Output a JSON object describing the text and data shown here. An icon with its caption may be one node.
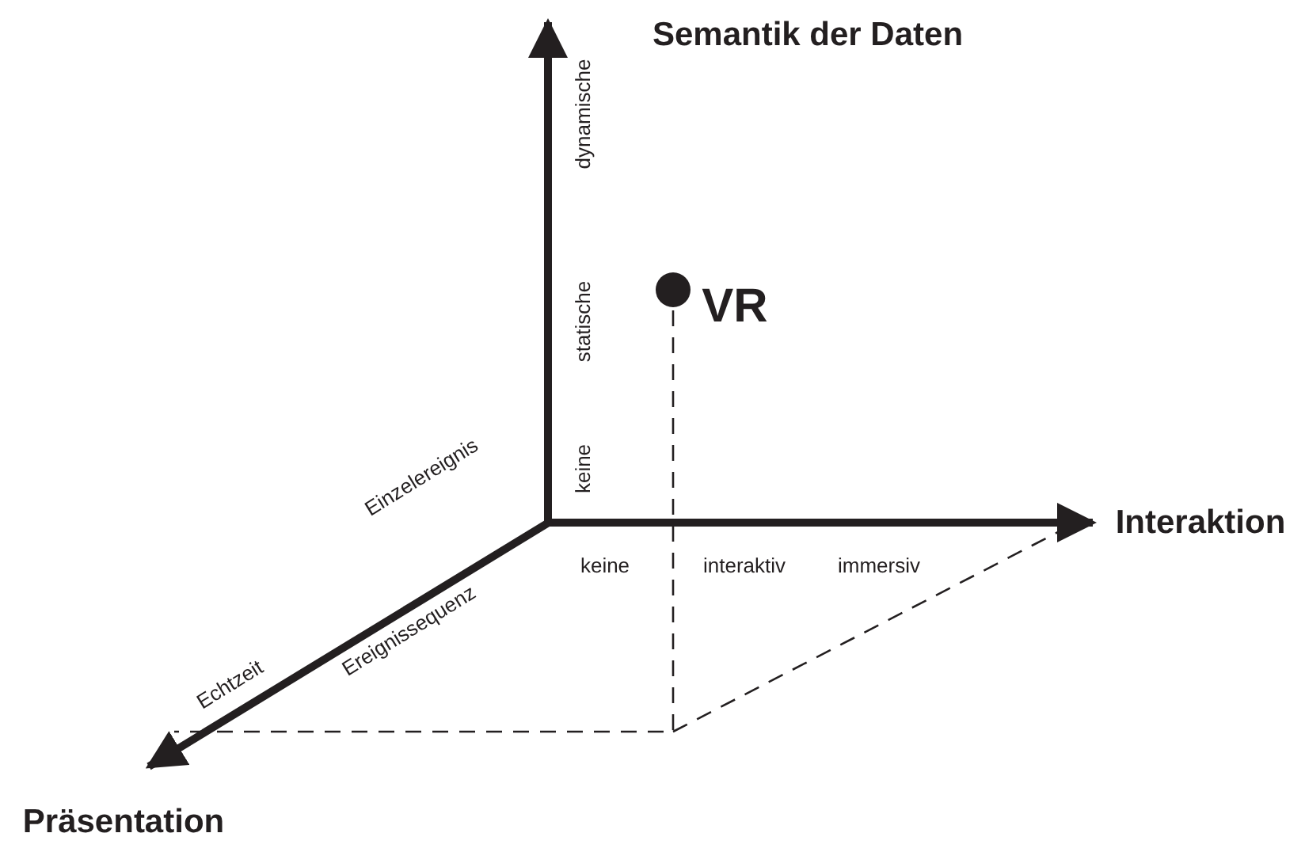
{
  "diagram": {
    "labels": [
      "Semantik der Daten",
      "dynamische",
      "statische",
      "VR",
      "keine",
      "Einzelereignis",
      "Interaktion",
      "keine",
      "interaktiv",
      "immersiv",
      "Ereignissequenz",
      "Echtzeit",
      "Präsentation"
    ]
  }
}
